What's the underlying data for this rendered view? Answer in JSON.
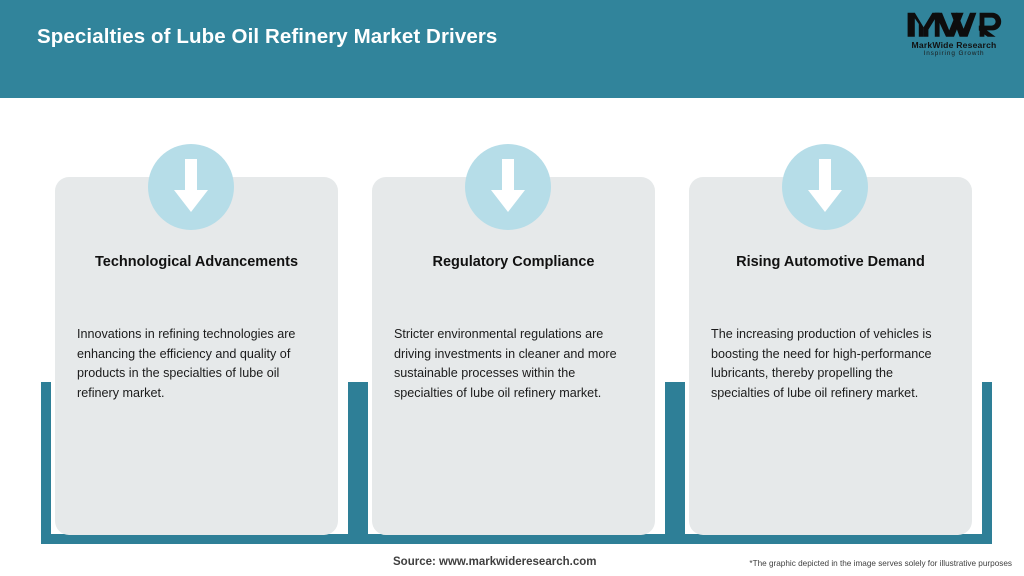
{
  "header": {
    "title": "Specialties of Lube Oil Refinery Market Drivers",
    "background_color": "#31849B",
    "title_color": "#FFFFFF"
  },
  "logo": {
    "mark": "MWR",
    "name": "MarkWide Research",
    "tagline": "Inspiring Growth"
  },
  "colors": {
    "teal": "#31849B",
    "frame_teal": "#2E7F97",
    "card_gray": "#E6E9EA",
    "badge_blue": "#B6DDE8",
    "arrow_white": "#FFFFFF"
  },
  "cards": [
    {
      "icon": "arrow-down-icon",
      "title": "Technological Advancements",
      "body": "Innovations in refining technologies are enhancing the efficiency and quality of products in the specialties of lube oil refinery market."
    },
    {
      "icon": "arrow-down-icon",
      "title": "Regulatory Compliance",
      "body": "Stricter environmental regulations are driving investments in cleaner and more sustainable processes within the specialties of lube oil refinery market."
    },
    {
      "icon": "arrow-down-icon",
      "title": "Rising Automotive Demand",
      "body": "The increasing production of vehicles is boosting the need for high-performance lubricants, thereby propelling the specialties of lube oil refinery market."
    }
  ],
  "footer": {
    "source": "Source: www.markwideresearch.com",
    "note": "*The graphic depicted in the image serves solely for illustrative purposes"
  }
}
